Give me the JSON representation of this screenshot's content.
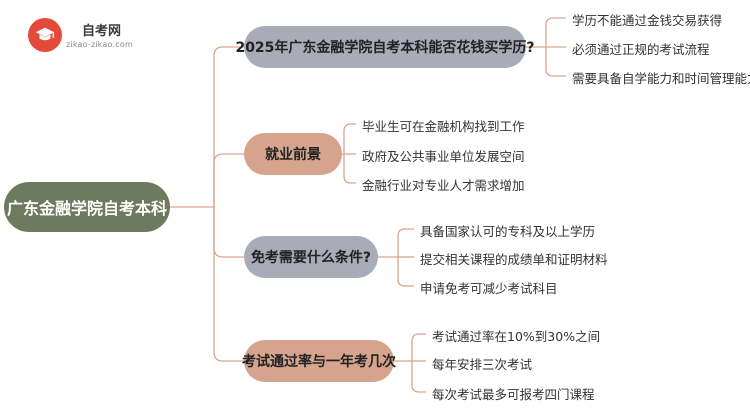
{
  "logo": {
    "title": "自考网",
    "subtitle": "zikao-zikao.com",
    "icon": "graduation-cap-icon",
    "color": "#e44a3a"
  },
  "root": {
    "label": "广东金融学院自考本科",
    "color": "#6c7a5d"
  },
  "branches": [
    {
      "label": "2025年广东金融学院自考本科能否花钱买学历?",
      "color": "#a9acb8",
      "leaves": [
        "学历不能通过金钱交易获得",
        "必须通过正规的考试流程",
        "需要具备自学能力和时间管理能力"
      ]
    },
    {
      "label": "就业前景",
      "color": "#d6a48d",
      "leaves": [
        "毕业生可在金融机构找到工作",
        "政府及公共事业单位发展空间",
        "金融行业对专业人才需求增加"
      ]
    },
    {
      "label": "免考需要什么条件?",
      "color": "#a9acb8",
      "leaves": [
        "具备国家认可的专科及以上学历",
        "提交相关课程的成绩单和证明材料",
        "申请免考可减少考试科目"
      ]
    },
    {
      "label": "考试通过率与一年考几次",
      "color": "#d6a48d",
      "leaves": [
        "考试通过率在10%到30%之间",
        "每年安排三次考试",
        "每次考试最多可报考四门课程"
      ]
    }
  ]
}
